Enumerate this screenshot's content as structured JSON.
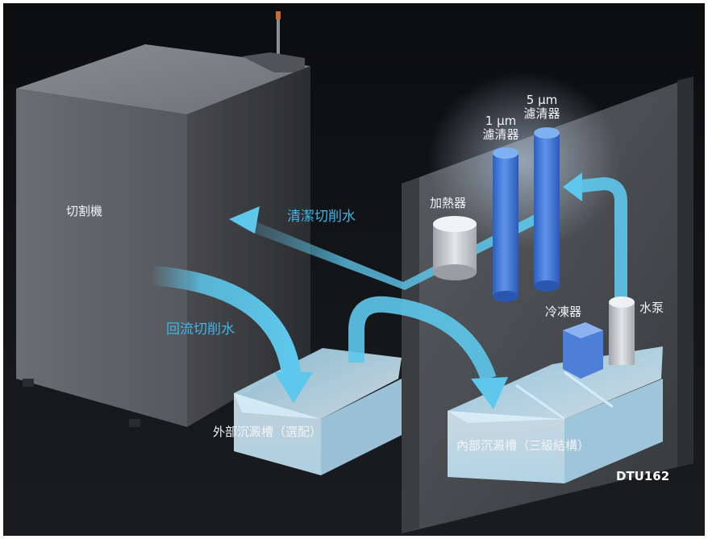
{
  "labels": {
    "cutting_machine": "切割機",
    "clean_water": "清潔切削水",
    "return_water": "回流切削水",
    "heater": "加熱器",
    "filter_1um_line1": "1 μm",
    "filter_1um_line2": "濾清器",
    "filter_5um_line1": "5 μm",
    "filter_5um_line2": "濾清器",
    "chiller": "冷凍器",
    "pump": "水泵",
    "external_tank": "外部沉澱槽（選配）",
    "internal_tank": "內部沉澱槽（三級結構）",
    "model": "DTU162"
  },
  "colors": {
    "background": "#111214",
    "frame": "#ffffff",
    "water_flow": "#5ec8ec",
    "cyan_label": "#3fb6e8",
    "filter_blue": "#2f6fd0"
  }
}
